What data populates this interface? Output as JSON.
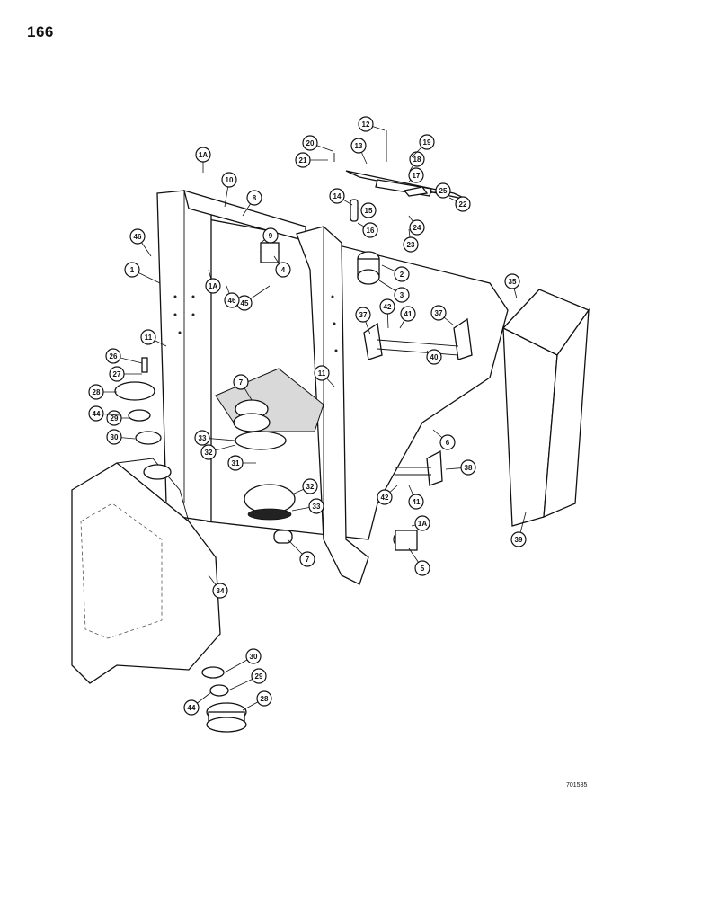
{
  "page": {
    "number": "166",
    "figure_code": "701585"
  },
  "callouts": [
    {
      "label": "1"
    },
    {
      "label": "1A"
    },
    {
      "label": "1A"
    },
    {
      "label": "1A"
    },
    {
      "label": "2"
    },
    {
      "label": "3"
    },
    {
      "label": "4"
    },
    {
      "label": "5"
    },
    {
      "label": "6"
    },
    {
      "label": "7"
    },
    {
      "label": "7"
    },
    {
      "label": "8"
    },
    {
      "label": "9"
    },
    {
      "label": "10"
    },
    {
      "label": "11"
    },
    {
      "label": "11"
    },
    {
      "label": "12"
    },
    {
      "label": "13"
    },
    {
      "label": "14"
    },
    {
      "label": "15"
    },
    {
      "label": "16"
    },
    {
      "label": "17"
    },
    {
      "label": "18"
    },
    {
      "label": "19"
    },
    {
      "label": "20"
    },
    {
      "label": "21"
    },
    {
      "label": "22"
    },
    {
      "label": "23"
    },
    {
      "label": "24"
    },
    {
      "label": "25"
    },
    {
      "label": "26"
    },
    {
      "label": "27"
    },
    {
      "label": "28"
    },
    {
      "label": "28"
    },
    {
      "label": "29"
    },
    {
      "label": "29"
    },
    {
      "label": "30"
    },
    {
      "label": "30"
    },
    {
      "label": "31"
    },
    {
      "label": "32"
    },
    {
      "label": "32"
    },
    {
      "label": "33"
    },
    {
      "label": "33"
    },
    {
      "label": "34"
    },
    {
      "label": "35"
    },
    {
      "label": "37"
    },
    {
      "label": "37"
    },
    {
      "label": "38"
    },
    {
      "label": "39"
    },
    {
      "label": "40"
    },
    {
      "label": "41"
    },
    {
      "label": "41"
    },
    {
      "label": "42"
    },
    {
      "label": "42"
    },
    {
      "label": "44"
    },
    {
      "label": "44"
    },
    {
      "label": "45"
    },
    {
      "label": "46"
    },
    {
      "label": "46"
    }
  ]
}
